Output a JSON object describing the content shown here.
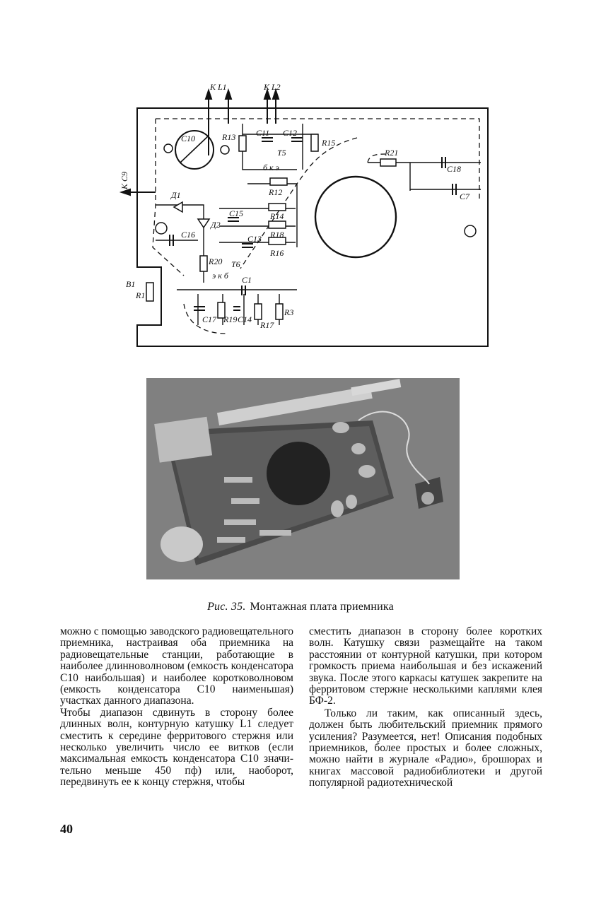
{
  "figure": {
    "labels": {
      "to_l1": "К L1",
      "to_l2": "К L2",
      "to_c9": "К С9",
      "c10": "С10",
      "r13": "R13",
      "c11": "С11",
      "c12": "С12",
      "r15": "R15",
      "t5": "Т5",
      "t5_pins": "б к э",
      "r21": "R21",
      "c18": "С18",
      "c7": "С7",
      "r12": "R12",
      "d1": "Д1",
      "c15": "С15",
      "r14": "R14",
      "c16": "С16",
      "d2": "Д2",
      "c13": "С13",
      "r18": "R18",
      "r16": "R16",
      "r20": "R20",
      "t6": "Т6",
      "t6_pins": "э к б",
      "c1": "С1",
      "b1": "В1",
      "r1": "R1",
      "r3": "R3",
      "c17": "С17",
      "r19": "R19",
      "c14": "С14",
      "r17": "R17"
    },
    "caption_number": "Рис. 35.",
    "caption_text": "Монтажная плата приемника"
  },
  "text": {
    "left_p1": "можно с помощью заводского радиове­щательного приемника, настраивая оба приемника на радиовещательные стан­ции, работающие в наиболее длинно­волновом (емкость конденсатора С10 наибольшая) и наиболее коротковолно­вом (емкость конденсатора С10 наи­меньшая) участках данного диапазона.",
    "left_p2": "Чтобы диапазон сдвинуть в сторону бо­лее длинных волн, контурную катушку L1 следует сместить к середине ферри­тового стержня или несколько увели­чить число ее витков (если максималь­ная емкость конденсатора С10 значи­тельно меньше 450 пф) или, наоборот, передвинуть ее к концу стержня, чтобы",
    "right_p1": "сместить диапазон в сторону более ко­ротких волн. Катушку связи размещайте на таком расстоянии от контурной ка­тушки, при котором громкость приема наибольшая и без искажений звука. После этого каркасы катушек закрепите на ферритовом стержне несколькими каплями клея БФ-2.",
    "right_p2": "Только ли таким, как описанный здесь, должен быть любительский при­емник прямого усиления? Разумеется, нет! Описания подобных приемников, более простых и более сложных, можно найти в журнале «Радио», брошюрах и книгах массовой радиобиблиотеки и другой популярной радиотехнической"
  },
  "page_number": "40"
}
